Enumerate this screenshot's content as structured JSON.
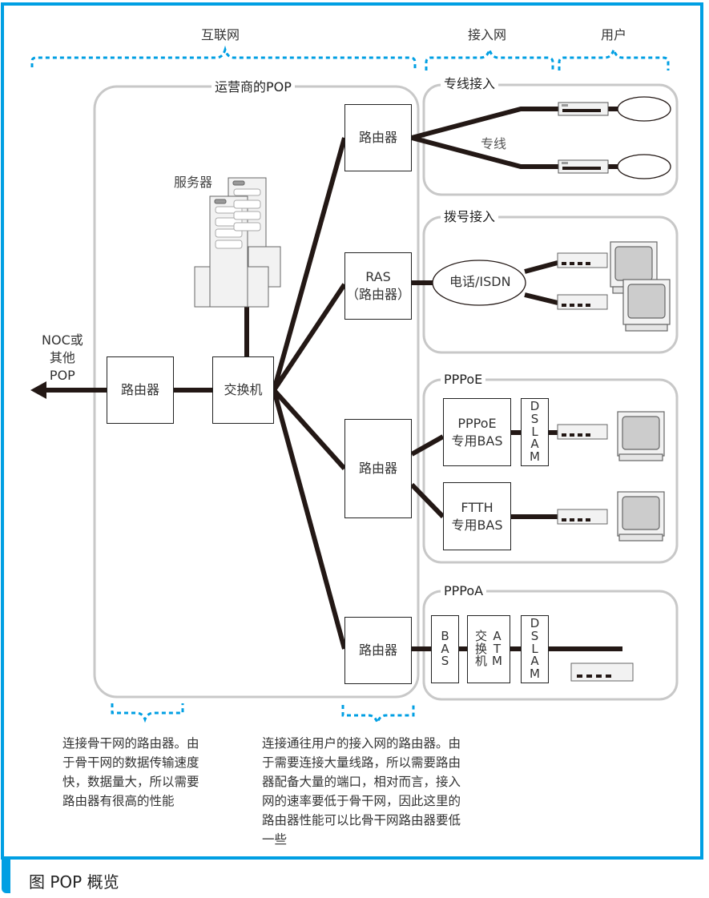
{
  "figure": {
    "caption": "图 POP 概览",
    "colors": {
      "frame": "#009fe3",
      "bracket": "#009fe3",
      "line": "#231815",
      "group_border": "#c8c8c8"
    }
  },
  "brackets": {
    "internet": "互联网",
    "access_network": "接入网",
    "users": "用户"
  },
  "pop": {
    "title": "运营商的POP",
    "server_label": "服务器",
    "noc_label": [
      "NOC或",
      "其他",
      "POP"
    ],
    "backbone_router": "路由器",
    "switch": "交换机",
    "router_leased": "路由器",
    "ras_router": [
      "RAS",
      "（路由器）"
    ],
    "router_pppoe": "路由器",
    "router_pppoa": "路由器"
  },
  "groups": {
    "leased": {
      "title": "专线接入",
      "line_label": "专线"
    },
    "dialup": {
      "title": "拨号接入",
      "cloud_label": "电话/ISDN"
    },
    "pppoe": {
      "title": "PPPoE",
      "pppoe_bas": [
        "PPPoE",
        "专用BAS"
      ],
      "ftth_bas": [
        "FTTH",
        "专用BAS"
      ],
      "dslam": [
        "D",
        "S",
        "L",
        "A",
        "M"
      ]
    },
    "pppoa": {
      "title": "PPPoA",
      "bas": [
        "B",
        "A",
        "S"
      ],
      "atm_switch_cn": [
        "交",
        "换",
        "机"
      ],
      "atm_switch_en": [
        "A",
        "T",
        "M"
      ],
      "dslam": [
        "D",
        "S",
        "L",
        "A",
        "M"
      ]
    }
  },
  "notes": {
    "backbone": [
      "连接骨干网的路由器。由",
      "于骨干网的数据传输速度",
      "快，数据量大，所以需要",
      "路由器有很高的性能"
    ],
    "access": [
      "连接通往用户的接入网的路由器。由",
      "于需要连接大量线路，所以需要路由",
      "器配备大量的端口，相对而言，接入",
      "网的速率要低于骨干网，因此这里的",
      "路由器性能可以比骨干网路由器要低",
      "一些"
    ]
  }
}
